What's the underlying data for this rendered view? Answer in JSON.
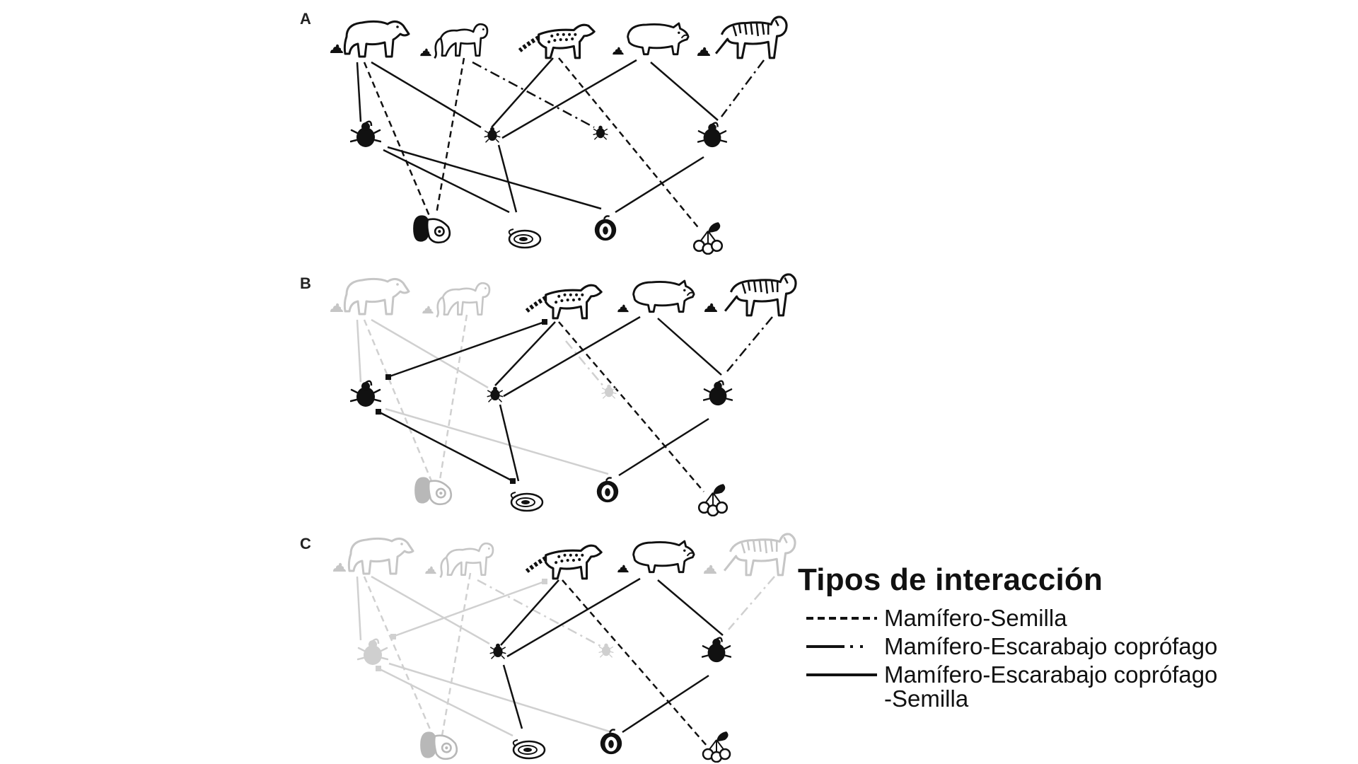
{
  "panels": [
    {
      "letter": "A",
      "mammals": [
        "tapir",
        "monkey",
        "civet",
        "boar",
        "tiger"
      ],
      "dim": []
    },
    {
      "letter": "B",
      "mammals": [
        "tapir",
        "monkey",
        "civet",
        "boar",
        "tiger"
      ],
      "dim": [
        "tapir",
        "monkey"
      ]
    },
    {
      "letter": "C",
      "mammals": [
        "tapir",
        "monkey",
        "civet",
        "boar",
        "tiger"
      ],
      "dim": [
        "tapir",
        "monkey",
        "tiger"
      ]
    }
  ],
  "legend": {
    "title": "Tipos de interacción",
    "items": [
      {
        "style": "dashed",
        "label": "Mamífero-Semilla"
      },
      {
        "style": "dashdot",
        "label": "Mamífero-Escarabajo coprófago"
      },
      {
        "style": "solid",
        "label_line1": "Mamífero-Escarabajo coprófago",
        "label_line2": "-Semilla"
      }
    ]
  },
  "colors": {
    "ink": "#111111",
    "faded": "#cfcfcf",
    "faded_fill": "#b8b8b8"
  }
}
